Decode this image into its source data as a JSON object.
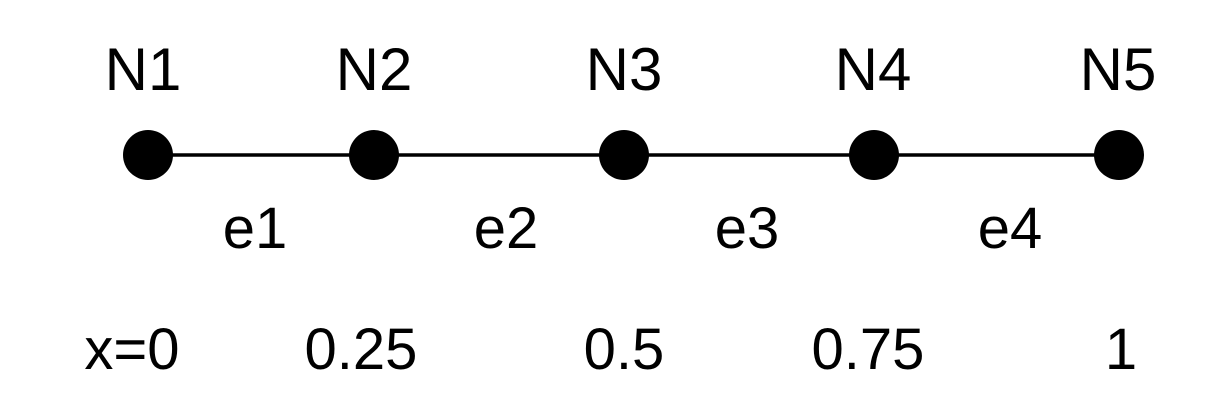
{
  "colors": {
    "background": "#ffffff",
    "ink": "#000000"
  },
  "nodes": [
    {
      "label": "N1"
    },
    {
      "label": "N2"
    },
    {
      "label": "N3"
    },
    {
      "label": "N4"
    },
    {
      "label": "N5"
    }
  ],
  "elements": [
    {
      "label": "e1",
      "from": "N1",
      "to": "N2"
    },
    {
      "label": "e2",
      "from": "N2",
      "to": "N3"
    },
    {
      "label": "e3",
      "from": "N3",
      "to": "N4"
    },
    {
      "label": "e4",
      "from": "N4",
      "to": "N5"
    }
  ],
  "coordinates": [
    {
      "label": "x=0",
      "value": 0
    },
    {
      "label": "0.25",
      "value": 0.25
    },
    {
      "label": "0.5",
      "value": 0.5
    },
    {
      "label": "0.75",
      "value": 0.75
    },
    {
      "label": "1",
      "value": 1
    }
  ]
}
